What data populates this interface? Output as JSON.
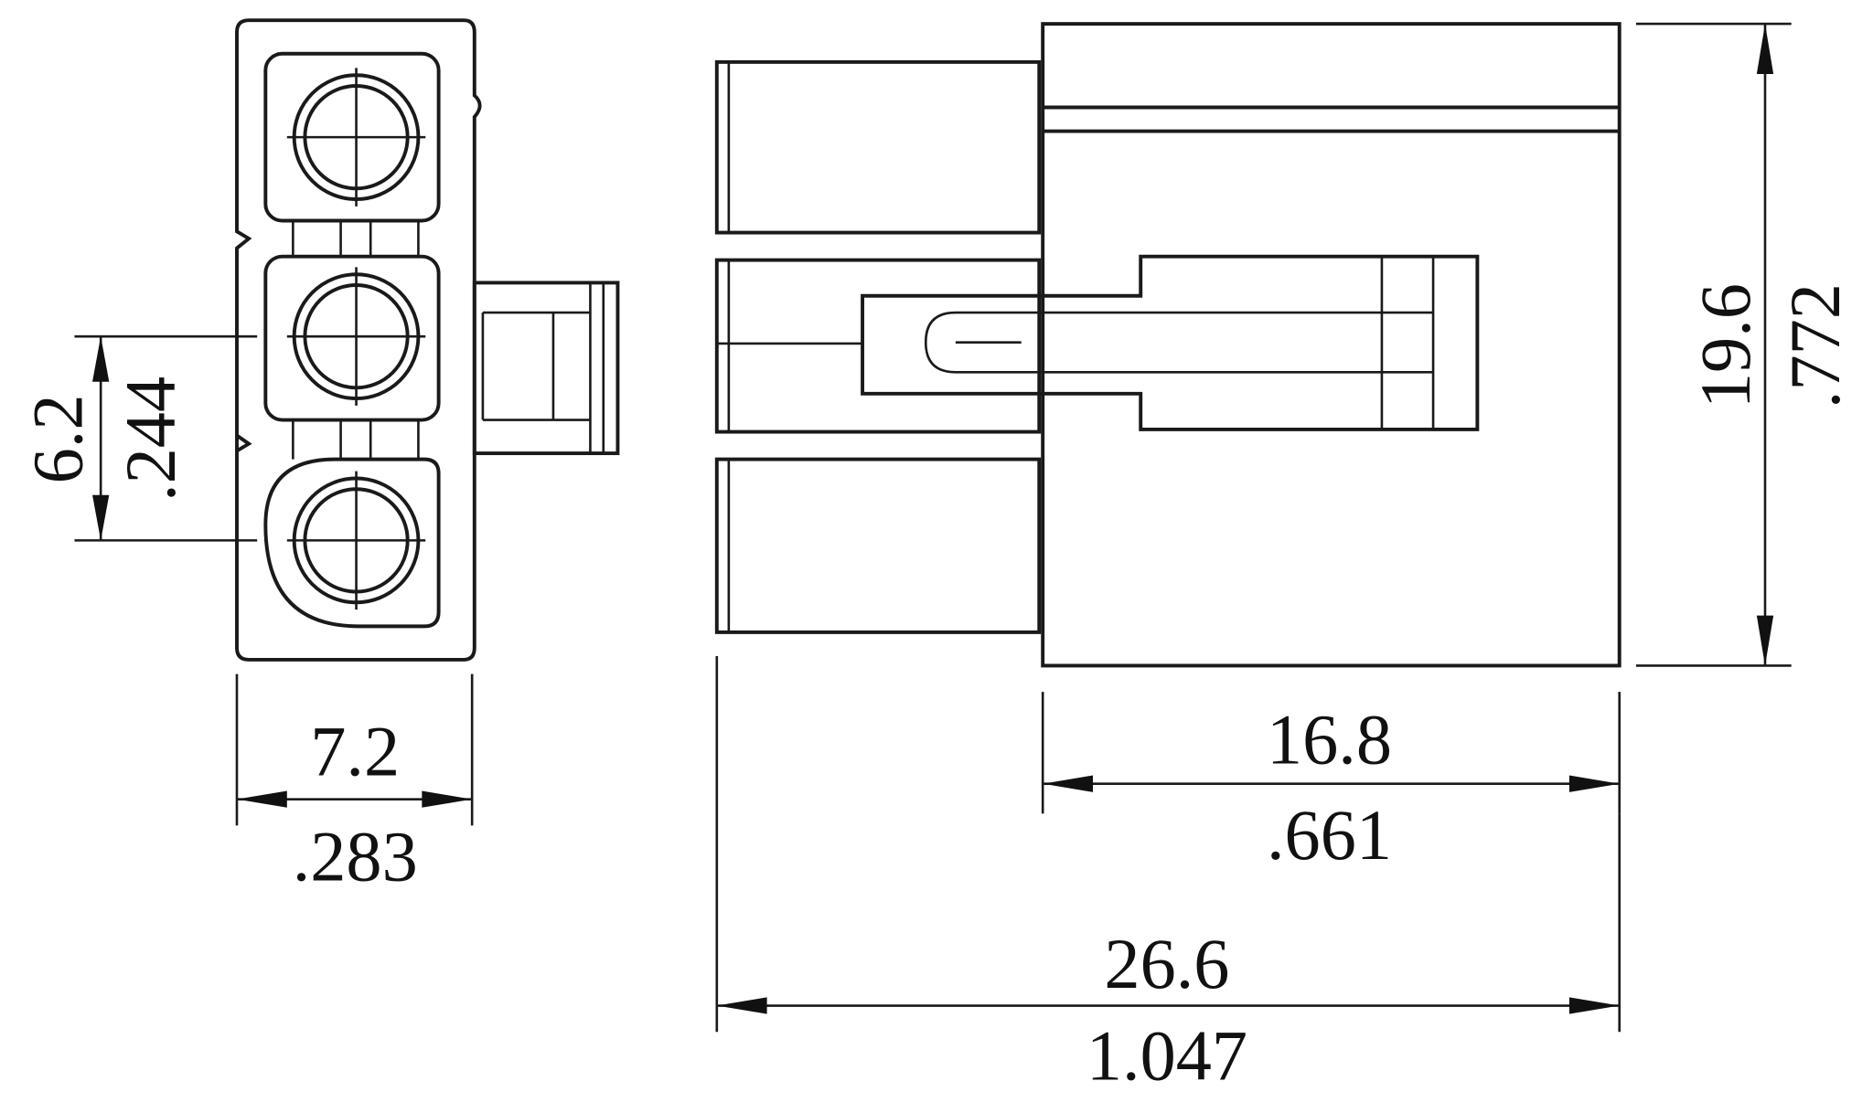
{
  "title": "Connector dimension drawing",
  "colors": {
    "line": "#1a1a1a",
    "background": "#ffffff"
  },
  "dimensions": {
    "pitch": {
      "mm": "6.2",
      "inch": ".244"
    },
    "width": {
      "mm": "7.2",
      "inch": ".283"
    },
    "height": {
      "mm": "19.6",
      "inch": ".772"
    },
    "body_length": {
      "mm": "16.8",
      "inch": ".661"
    },
    "overall_length": {
      "mm": "26.6",
      "inch": "1.047"
    }
  }
}
